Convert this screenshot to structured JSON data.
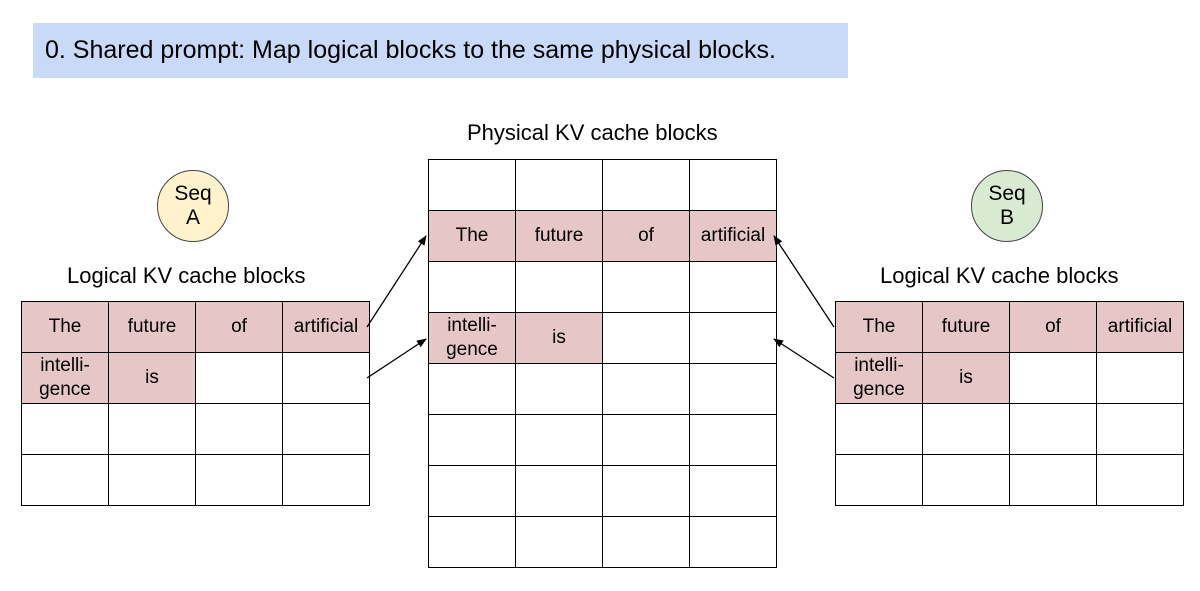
{
  "banner": {
    "text": "0. Shared prompt: Map logical blocks to the same physical blocks."
  },
  "physical": {
    "title": "Physical KV cache blocks",
    "rows": [
      [
        "",
        "",
        "",
        ""
      ],
      [
        "The",
        "future",
        "of",
        "artificial"
      ],
      [
        "",
        "",
        "",
        ""
      ],
      [
        "intelli-\ngence",
        "is",
        "",
        ""
      ],
      [
        "",
        "",
        "",
        ""
      ],
      [
        "",
        "",
        "",
        ""
      ],
      [
        "",
        "",
        "",
        ""
      ],
      [
        "",
        "",
        "",
        ""
      ]
    ]
  },
  "seq_a": {
    "label_line1": "Seq",
    "label_line2": "A",
    "title": "Logical KV cache blocks",
    "rows": [
      [
        "The",
        "future",
        "of",
        "artificial"
      ],
      [
        "intelli-\ngence",
        "is",
        "",
        ""
      ],
      [
        "",
        "",
        "",
        ""
      ],
      [
        "",
        "",
        "",
        ""
      ]
    ]
  },
  "seq_b": {
    "label_line1": "Seq",
    "label_line2": "B",
    "title": "Logical KV cache blocks",
    "rows": [
      [
        "The",
        "future",
        "of",
        "artificial"
      ],
      [
        "intelli-\ngence",
        "is",
        "",
        ""
      ],
      [
        "",
        "",
        "",
        ""
      ],
      [
        "",
        "",
        "",
        ""
      ]
    ]
  },
  "colors": {
    "banner_bg": "#c9daf8",
    "filled_block": "#e6c6c6",
    "seq_a_bg": "#fff2cc",
    "seq_b_bg": "#d9ead3"
  }
}
